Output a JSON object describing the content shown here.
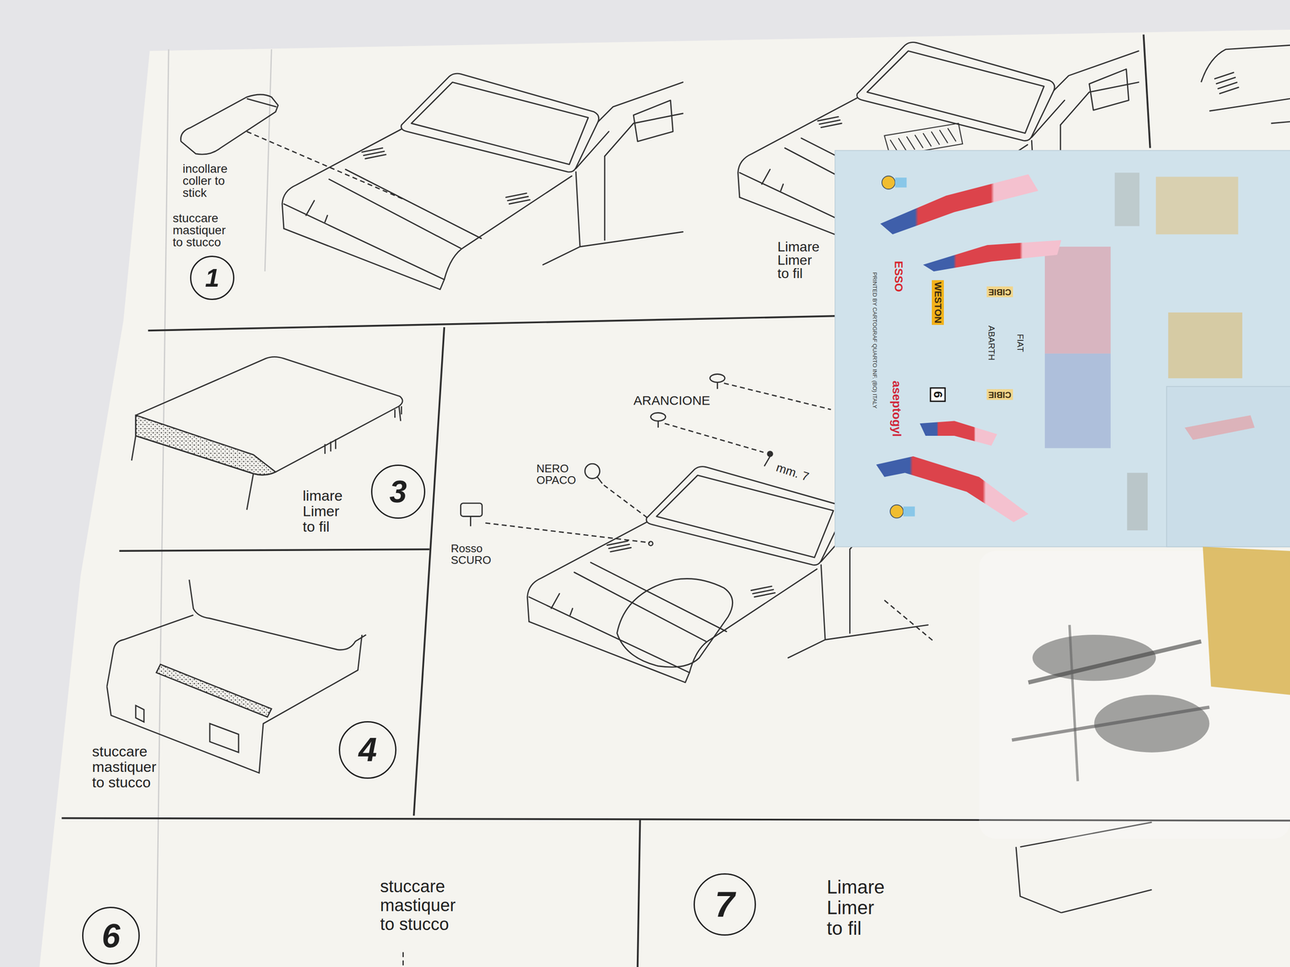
{
  "diagram": {
    "nodes": [
      {
        "text": [
          "incollare coller to stick",
          "stuccare mastiquer to stucco"
        ]
      },
      {
        "text": [
          "1"
        ],
        "in": 0
      },
      {
        "text": [
          "Limare Limer to fil"
        ]
      },
      {
        "text": [
          "limare Limer to fil"
        ]
      },
      {
        "text": [
          "3"
        ],
        "in": 3
      },
      {
        "text": [
          "stuccare mastiquer to stucco"
        ]
      },
      {
        "text": [
          "4"
        ],
        "in": 5
      },
      {
        "text": [
          "ARANCIONE",
          "NERO OPACO",
          "Rosso SCURO",
          "mm. 7"
        ]
      },
      {
        "text": [
          "stuccare mastiquer to stucco"
        ]
      },
      {
        "text": [
          "6"
        ],
        "in": 8
      },
      {
        "text": [
          "Limare Limer to fil"
        ]
      },
      {
        "text": [
          "7"
        ],
        "in": 10
      },
      {
        "text": [
          "ESSO",
          "WESTON",
          "CIBIE",
          "FIAT",
          "ABARTH",
          "6",
          "CIBIE",
          "aseptogyl",
          "PRINTED BY CARTOGRAF QUARTO INF. (BO) ITALY"
        ]
      }
    ]
  }
}
